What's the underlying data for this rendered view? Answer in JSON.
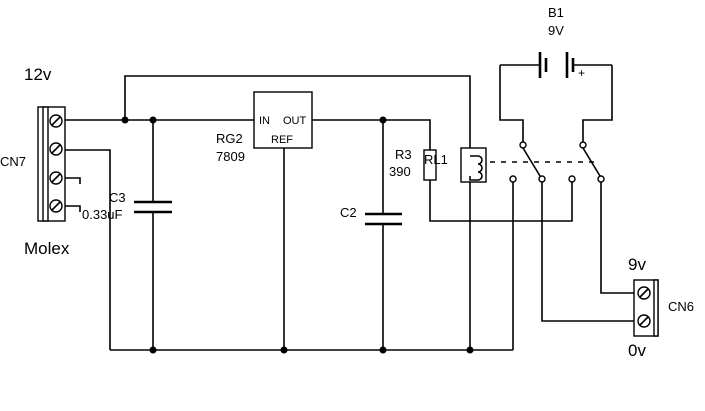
{
  "connectors": {
    "cn7": {
      "ref": "CN7",
      "voltage": "12v",
      "type": "Molex"
    },
    "cn6": {
      "ref": "CN6",
      "top_voltage": "9v",
      "bottom_voltage": "0v"
    }
  },
  "regulator": {
    "ref": "RG2",
    "value": "7809",
    "pin_in": "IN",
    "pin_out": "OUT",
    "pin_ref": "REF"
  },
  "capacitors": {
    "c3": {
      "ref": "C3",
      "value": "0.33uF"
    },
    "c2": {
      "ref": "C2"
    }
  },
  "resistor": {
    "ref": "R3",
    "value": "390"
  },
  "relay": {
    "ref": "RL1"
  },
  "battery": {
    "ref": "B1",
    "value": "9V",
    "plus": "+"
  }
}
